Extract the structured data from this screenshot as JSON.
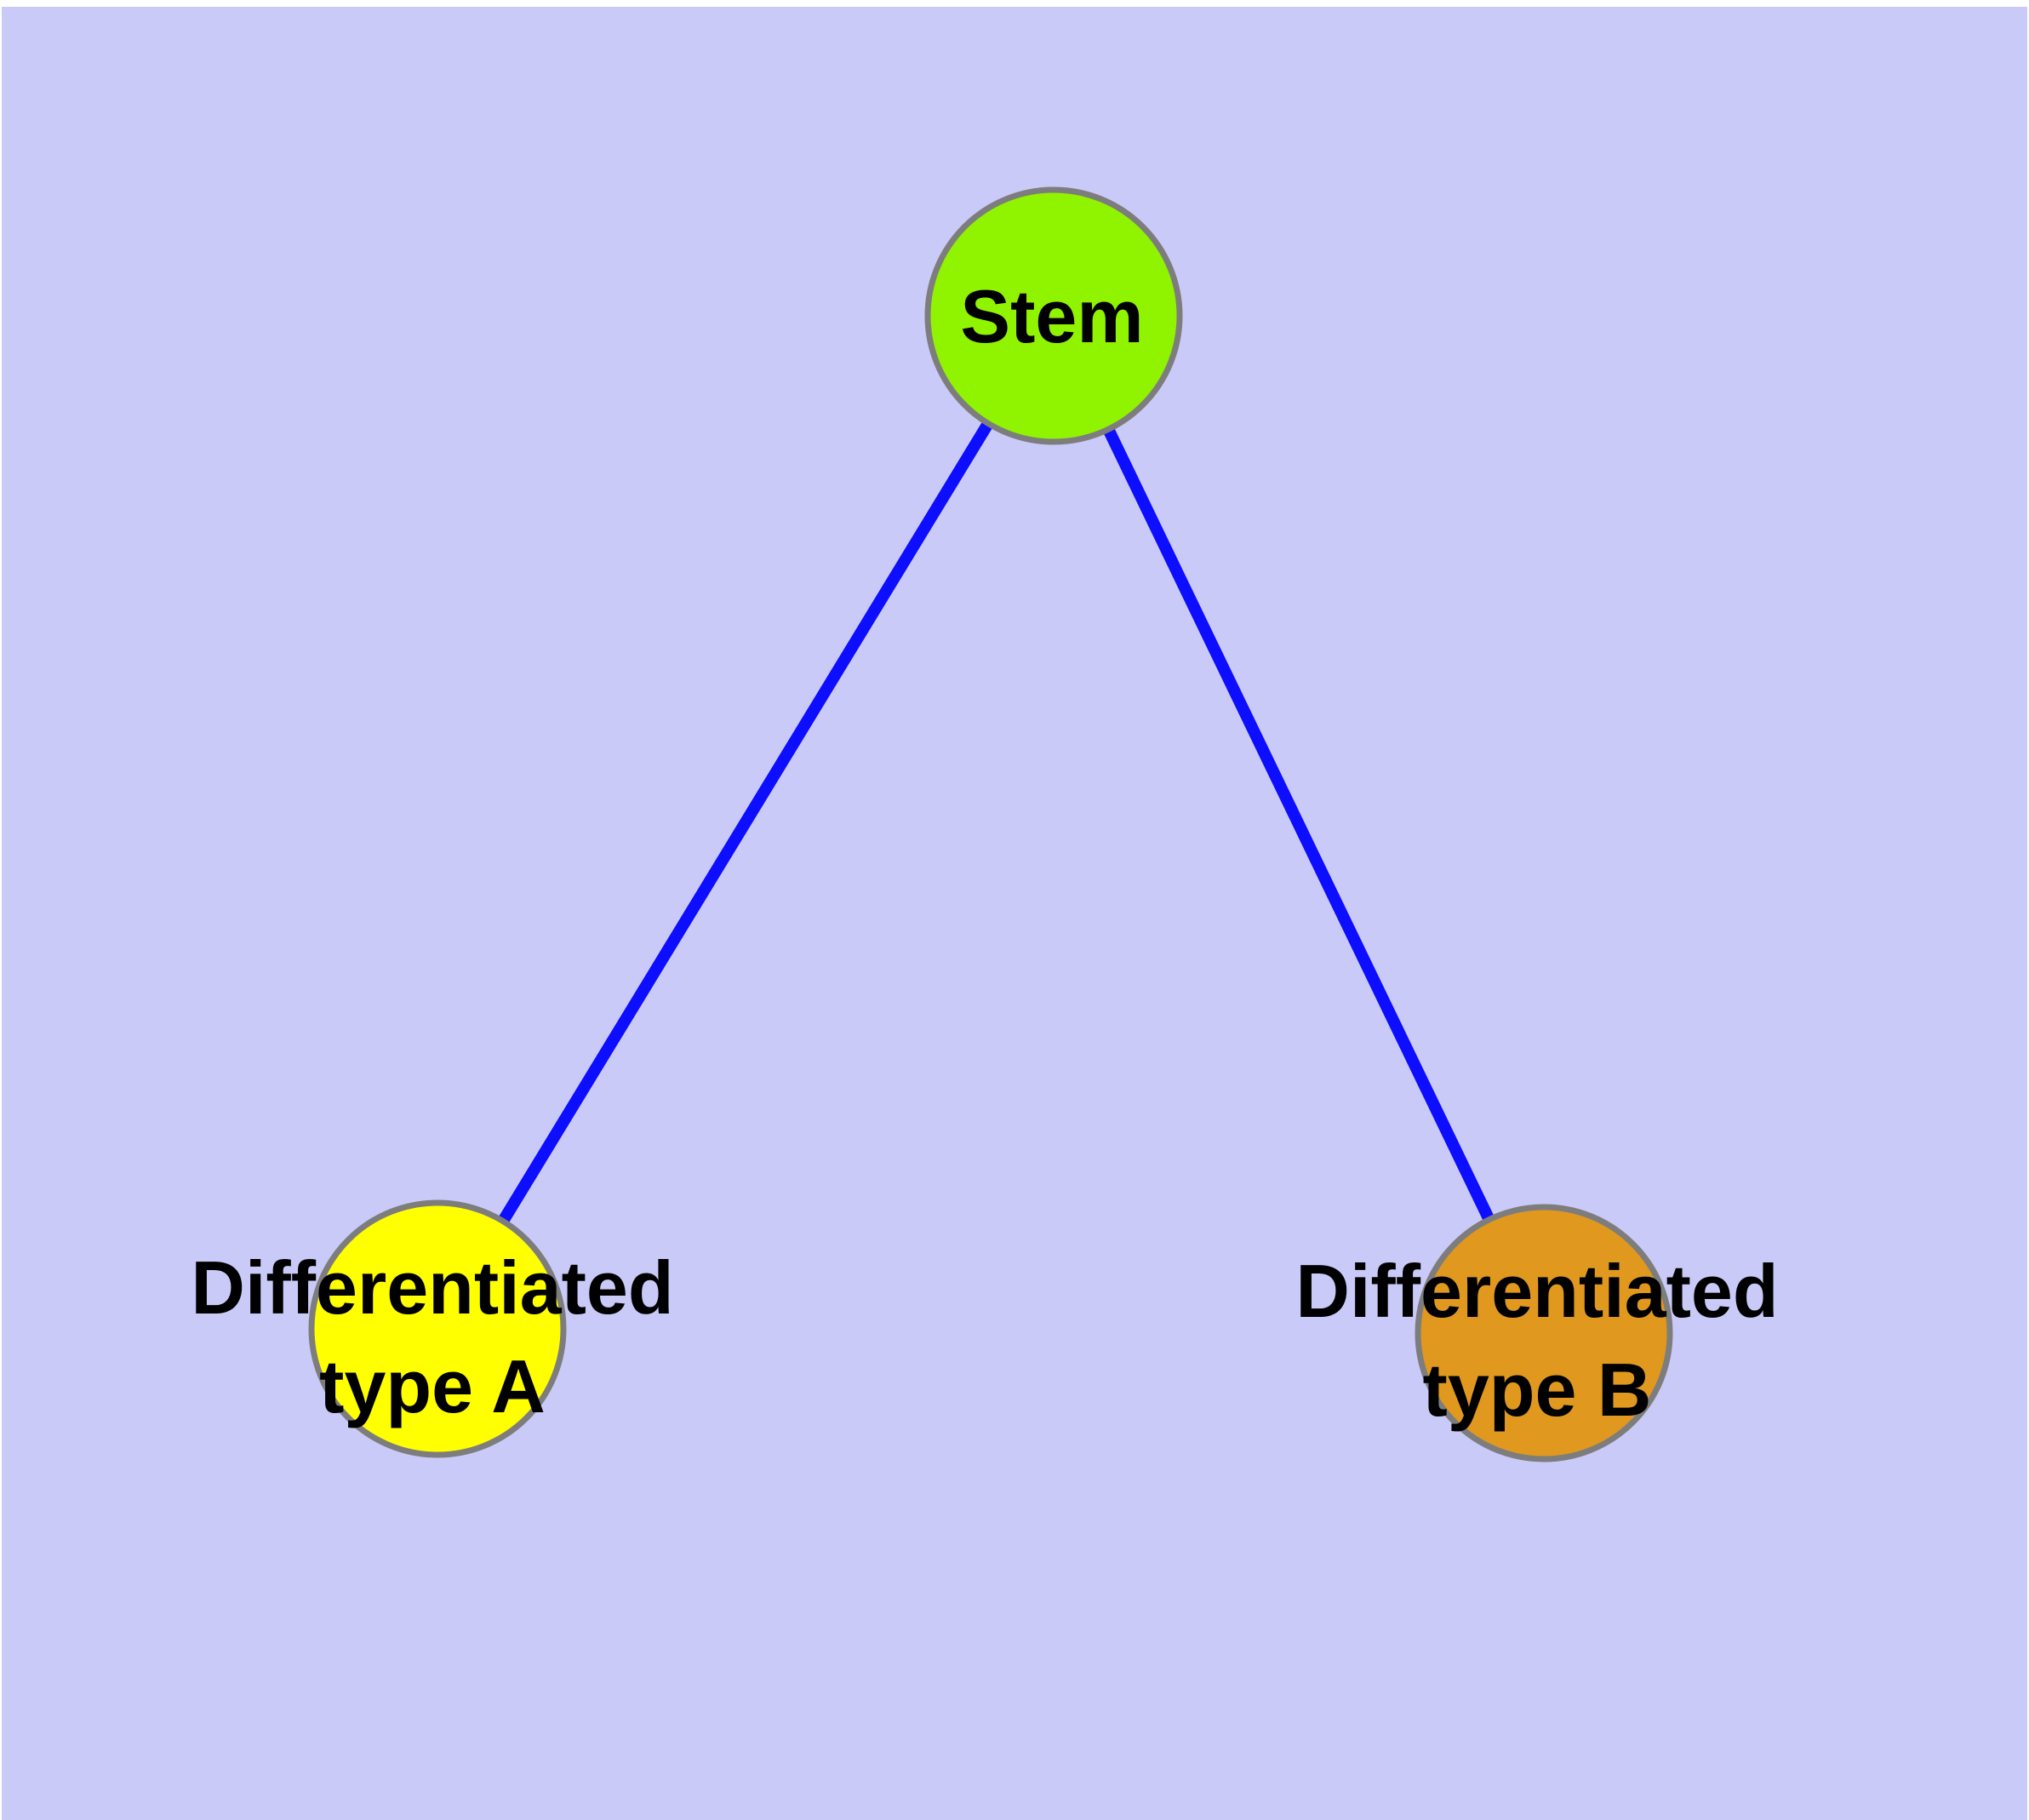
{
  "diagram": {
    "title": "",
    "background_color": "#cacaf8",
    "page_margin_color": "#ffffff",
    "edge_color": "#0d0dff",
    "node_border_color": "#7d7d7d",
    "label_color": "#000000",
    "nodes": {
      "stem": {
        "label": "Stem",
        "color": "#90f400"
      },
      "type_a": {
        "label_line1": "Differentiated",
        "label_line2": "type A",
        "color": "#ffff00"
      },
      "type_b": {
        "label_line1": "Differentiated",
        "label_line2": "type B",
        "color": "#e0981f"
      }
    },
    "edges": [
      {
        "from": "Stem",
        "to": "Differentiated type A"
      },
      {
        "from": "Stem",
        "to": "Differentiated type B"
      }
    ]
  }
}
